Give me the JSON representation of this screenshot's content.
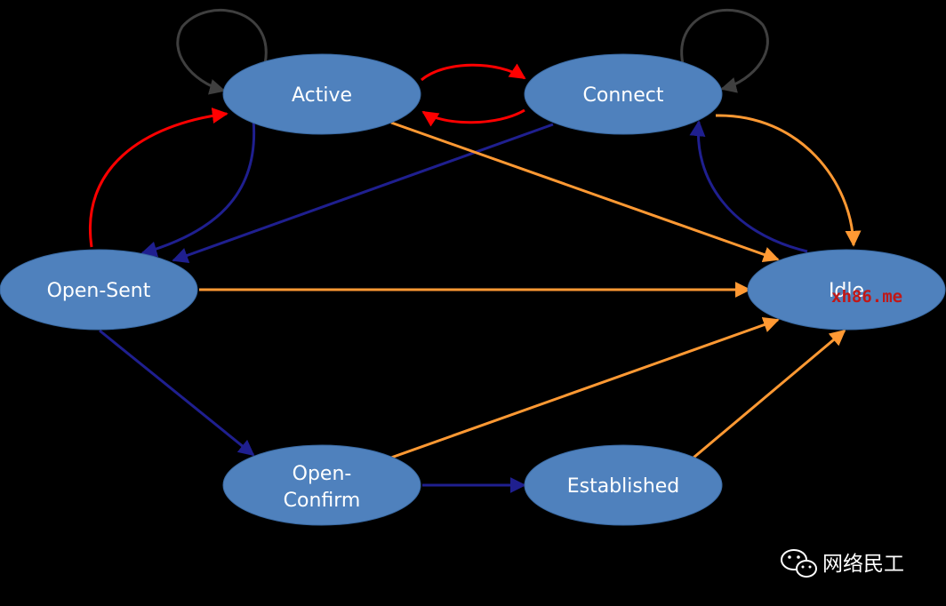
{
  "diagram": {
    "states": {
      "active": "Active",
      "connect": "Connect",
      "open_sent": "Open-Sent",
      "idle": "Idle",
      "open_confirm_line1": "Open-",
      "open_confirm_line2": "Confirm",
      "established": "Established"
    },
    "colors": {
      "node_fill": "#4f81bd",
      "self_loop": "#3f3f3f",
      "red_transition": "#ff0000",
      "blue_transition": "#1f1f8f",
      "orange_transition": "#ff9933"
    }
  },
  "overlay": {
    "watermark": "xh86.me",
    "brand_name": "网络民工",
    "brand_icon": "wechat-icon"
  }
}
